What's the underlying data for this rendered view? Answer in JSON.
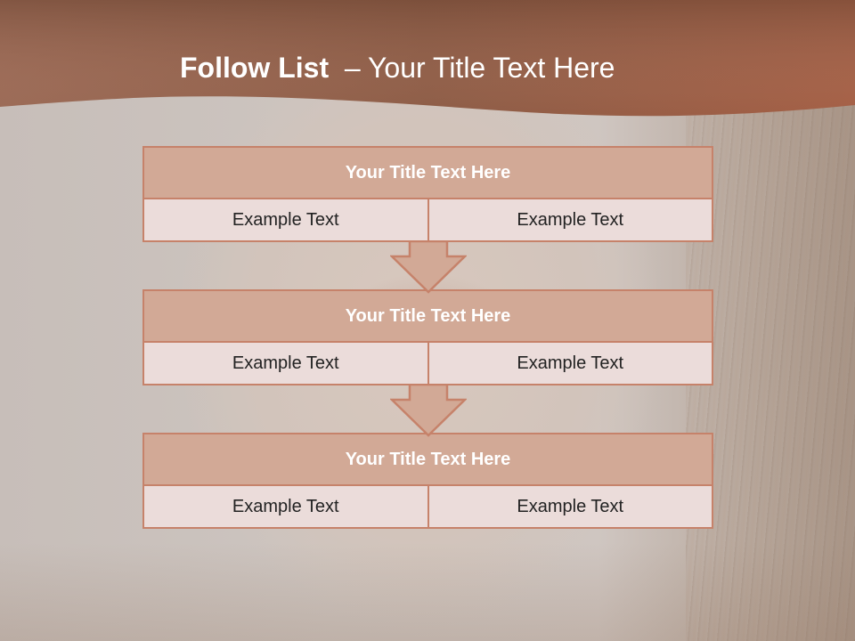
{
  "slide": {
    "title_bold": "Follow List",
    "title_rest": "– Your Title Text Here"
  },
  "blocks": [
    {
      "title": "Your Title Text Here",
      "left": "Example Text",
      "right": "Example Text"
    },
    {
      "title": "Your Title Text Here",
      "left": "Example Text",
      "right": "Example Text"
    },
    {
      "title": "Your Title Text Here",
      "left": "Example Text",
      "right": "Example Text"
    }
  ],
  "colors": {
    "header_band": "#a06a52",
    "block_border": "#c6826a",
    "block_title_fill": "#d2a996",
    "cell_fill": "#ebdcda",
    "arrow_fill": "#d2a996"
  }
}
